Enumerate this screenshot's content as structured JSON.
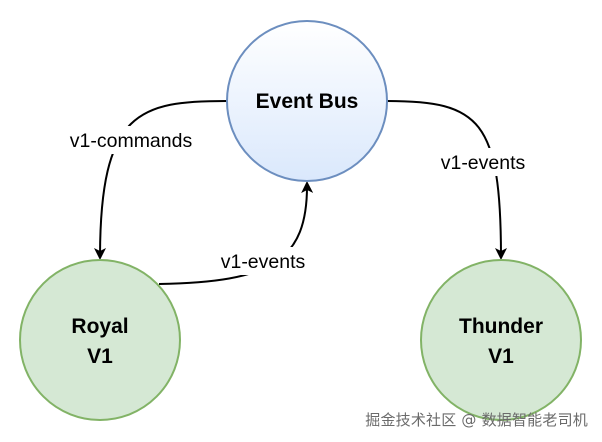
{
  "nodes": {
    "event_bus": {
      "lines": [
        "Event Bus"
      ],
      "fill_top": "#ffffff",
      "fill_bottom": "#dae8fc",
      "stroke": "#6c8ebf"
    },
    "royal": {
      "lines": [
        "Royal",
        "V1"
      ],
      "fill": "#d5e8d4",
      "stroke": "#82b366"
    },
    "thunder": {
      "lines": [
        "Thunder",
        "V1"
      ],
      "fill": "#d5e8d4",
      "stroke": "#82b366"
    }
  },
  "edges": {
    "bus_to_royal": "v1-commands",
    "royal_to_bus": "v1-events",
    "bus_to_thunder": "v1-events"
  },
  "watermark": "掘金技术社区 @ 数据智能老司机"
}
